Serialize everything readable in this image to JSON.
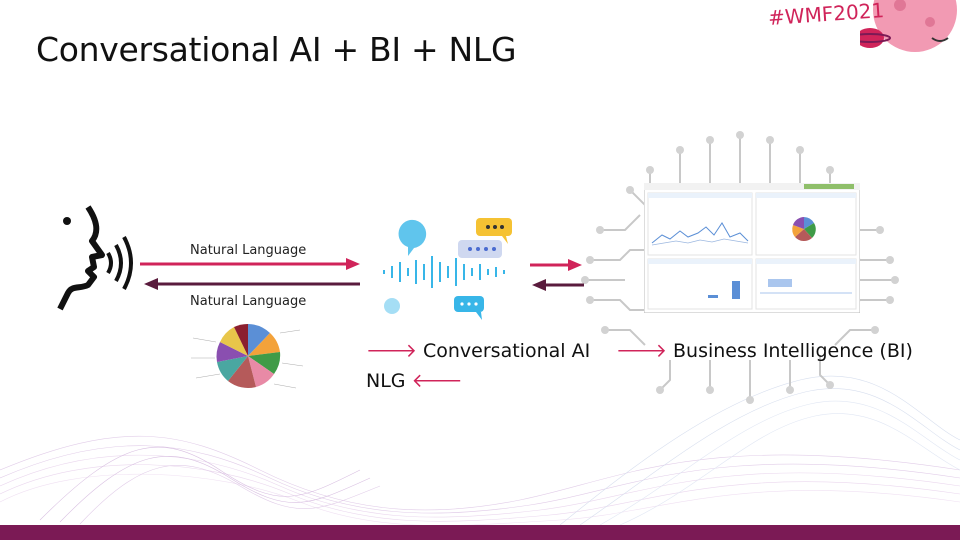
{
  "slide": {
    "title": "Conversational AI + BI + NLG",
    "hashtag": "#WMF2021"
  },
  "flow": {
    "top_arrow_label": "Natural Language",
    "bottom_arrow_label": "Natural Language",
    "conversational_ai_label": "Conversational AI",
    "nlg_label": "NLG",
    "bi_label": "Business Intelligence (BI)",
    "arrow_glyph": "🡒",
    "arrow_glyph_left": "🡐"
  },
  "colors": {
    "accent": "#d0245a",
    "dark_arrow": "#5a1b3d",
    "footer": "#7b1a55",
    "bubble_cyan": "#38b6e8",
    "bubble_yellow": "#f5c233"
  },
  "icons": [
    "speaking-head-icon",
    "conversation-bubbles-icon",
    "sound-wave-icon",
    "brain-circuit-icon",
    "pie-chart-thumbnail",
    "dashboard-thumbnail",
    "planet-mascot"
  ]
}
